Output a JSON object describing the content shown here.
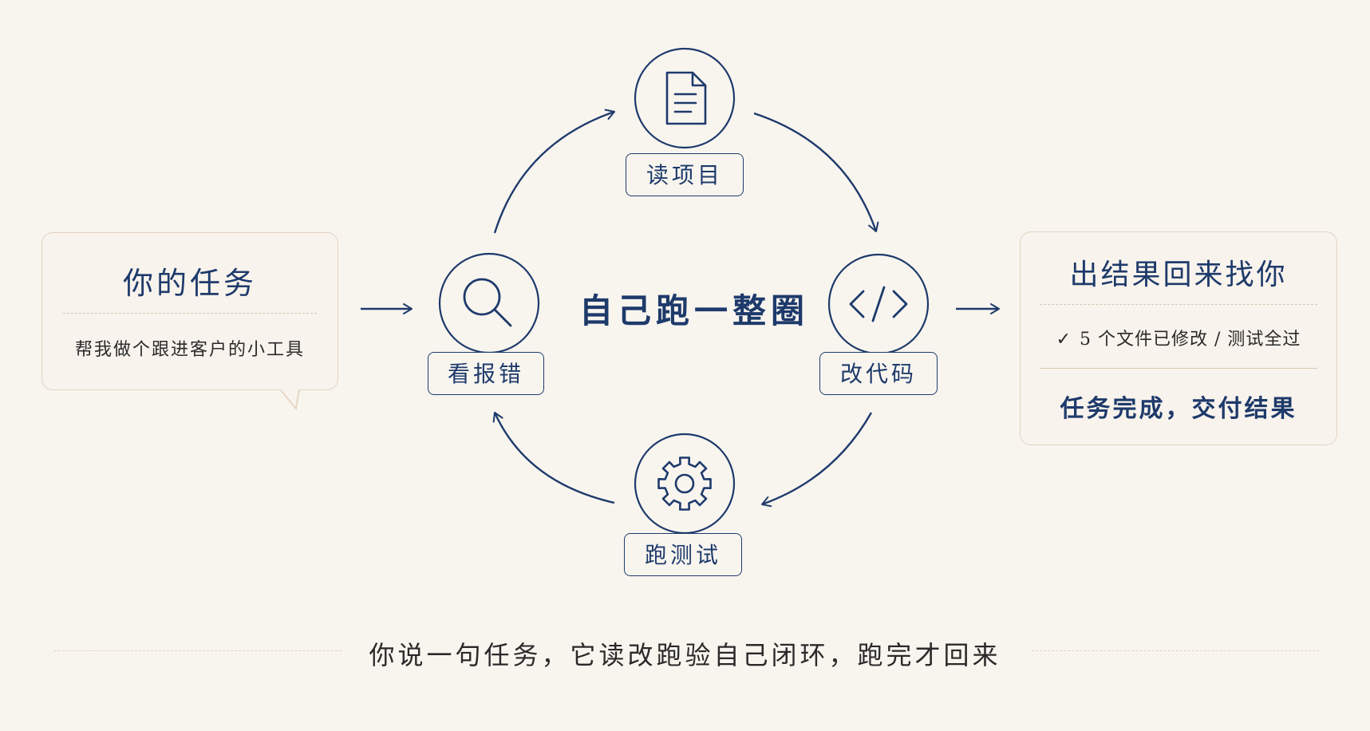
{
  "task_card": {
    "title": "你的任务",
    "description": "帮我做个跟进客户的小工具"
  },
  "center": {
    "title": "自己跑一整圈"
  },
  "nodes": {
    "read_project": "读项目",
    "change_code": "改代码",
    "run_tests": "跑测试",
    "check_errors": "看报错"
  },
  "result_card": {
    "title": "出结果回来找你",
    "check_mark": "✓",
    "status": "5 个文件已修改 / 测试全过",
    "done": "任务完成，交付结果"
  },
  "caption": "你说一句任务，它读改跑验自己闭环，跑完才回来",
  "icons": {
    "read_project": "document-icon",
    "change_code": "code-icon",
    "run_tests": "gear-icon",
    "check_errors": "magnifier-icon"
  },
  "colors": {
    "background": "#f8f5ef",
    "navy": "#1e3a6b",
    "card_border": "#e4d4c0",
    "card_fill": "#f8f3ec",
    "dashed": "#d8c8b4",
    "text_dark": "#2a2a2a"
  }
}
